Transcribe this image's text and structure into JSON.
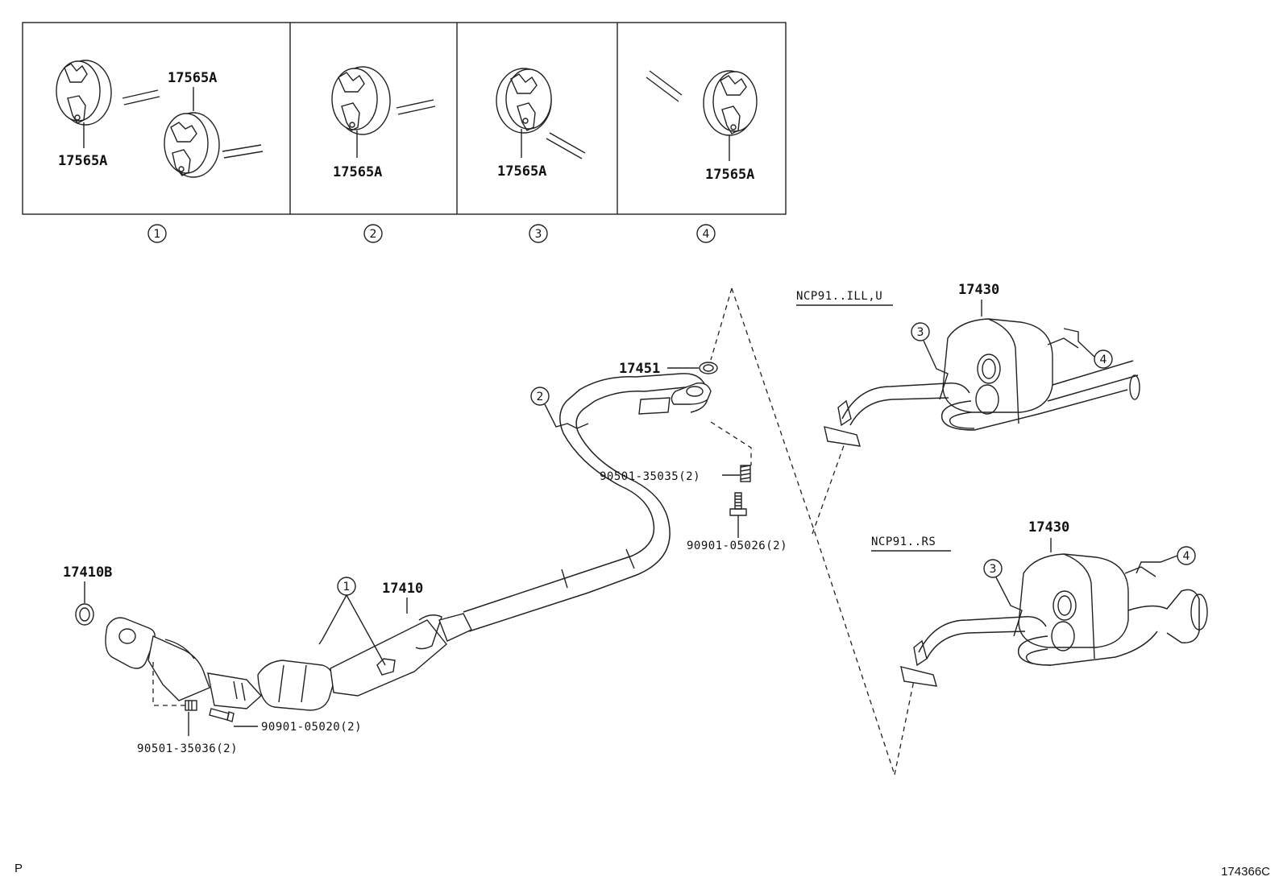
{
  "hanger_panels": [
    {
      "index_label": "1",
      "labels": [
        "17565A",
        "17565A"
      ]
    },
    {
      "index_label": "2",
      "labels": [
        "17565A"
      ]
    },
    {
      "index_label": "3",
      "labels": [
        "17565A"
      ]
    },
    {
      "index_label": "4",
      "labels": [
        "17565A"
      ]
    }
  ],
  "parts": {
    "p17451": "17451",
    "p90501_35035": "90501-35035(2)",
    "p90901_05026": "90901-05026(2)",
    "p17410B": "17410B",
    "p17410": "17410",
    "p90901_05020": "90901-05020(2)",
    "p90501_35036": "90501-35036(2)",
    "p17430_top": "17430",
    "p17430_bottom": "17430"
  },
  "variants": {
    "top": "NCP91..ILL,U",
    "bottom": "NCP91..RS"
  },
  "callouts": {
    "c1": "1",
    "c2": "2",
    "c3_top": "3",
    "c4_top": "4",
    "c3_bottom": "3",
    "c4_bottom": "4"
  },
  "footer": {
    "left": "P",
    "right": "174366C"
  }
}
